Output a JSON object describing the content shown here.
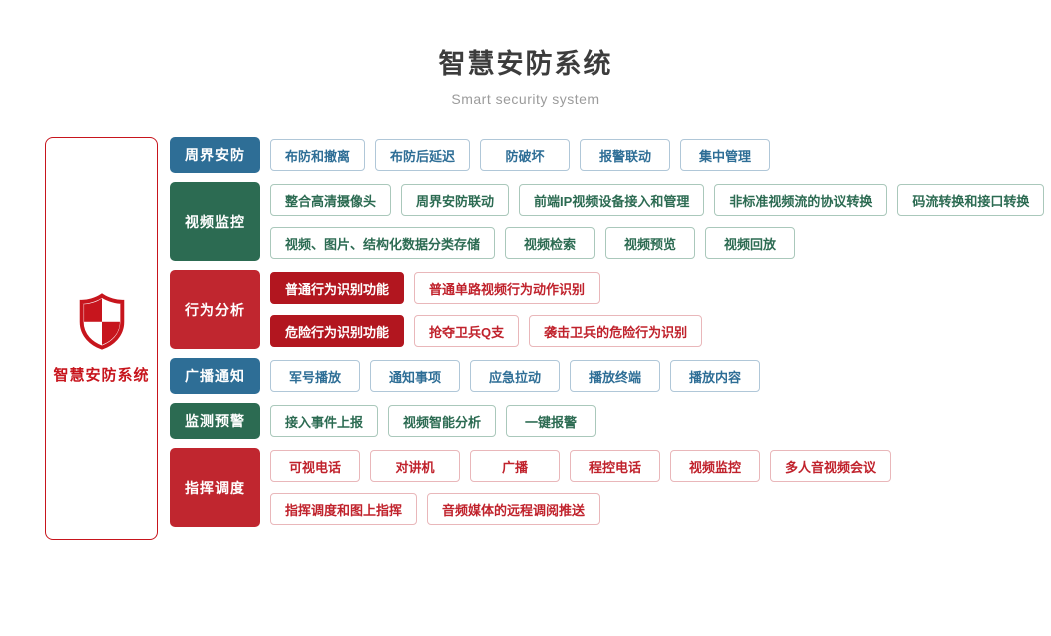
{
  "header": {
    "title": "智慧安防系统",
    "subtitle": "Smart security system"
  },
  "root": {
    "label": "智慧安防系统",
    "icon": "shield-icon"
  },
  "colors": {
    "blue": "#2e6e96",
    "blue-border": "#b0c7d8",
    "green": "#2c6b52",
    "green-border": "#aac8bb",
    "red": "#c0262f",
    "red-text": "#c0222c",
    "red-border": "#e9b7ba",
    "red-solid": "#b2161f",
    "red-root": "#c7151d"
  },
  "rows": [
    {
      "id": "perimeter-security",
      "category": "周界安防",
      "theme": "blue",
      "lines": [
        [
          {
            "label": "布防和撤离"
          },
          {
            "label": "布防后延迟"
          },
          {
            "label": "防破坏"
          },
          {
            "label": "报警联动"
          },
          {
            "label": "集中管理"
          }
        ]
      ]
    },
    {
      "id": "video-surveillance",
      "category": "视频监控",
      "theme": "green",
      "lines": [
        [
          {
            "label": "整合高清摄像头"
          },
          {
            "label": "周界安防联动"
          },
          {
            "label": "前端IP视频设备接入和管理"
          },
          {
            "label": "非标准视频流的协议转换"
          },
          {
            "label": "码流转换和接口转换"
          }
        ],
        [
          {
            "label": "视频、图片、结构化数据分类存储"
          },
          {
            "label": "视频检索"
          },
          {
            "label": "视频预览"
          },
          {
            "label": "视频回放"
          }
        ]
      ]
    },
    {
      "id": "behavior-analysis",
      "category": "行为分析",
      "theme": "red",
      "lines": [
        [
          {
            "label": "普通行为识别功能",
            "solid": true
          },
          {
            "label": "普通单路视频行为动作识别"
          }
        ],
        [
          {
            "label": "危险行为识别功能",
            "solid": true
          },
          {
            "label": "抢夺卫兵Q支"
          },
          {
            "label": "袭击卫兵的危险行为识别"
          }
        ]
      ]
    },
    {
      "id": "broadcast-notice",
      "category": "广播通知",
      "theme": "blue",
      "lines": [
        [
          {
            "label": "军号播放"
          },
          {
            "label": "通知事项"
          },
          {
            "label": "应急拉动"
          },
          {
            "label": "播放终端"
          },
          {
            "label": "播放内容"
          }
        ]
      ]
    },
    {
      "id": "monitoring-warning",
      "category": "监测预警",
      "theme": "green",
      "lines": [
        [
          {
            "label": "接入事件上报"
          },
          {
            "label": "视频智能分析"
          },
          {
            "label": "一键报警"
          }
        ]
      ]
    },
    {
      "id": "command-dispatch",
      "category": "指挥调度",
      "theme": "red",
      "lines": [
        [
          {
            "label": "可视电话"
          },
          {
            "label": "对讲机"
          },
          {
            "label": "广播"
          },
          {
            "label": "程控电话"
          },
          {
            "label": "视频监控"
          },
          {
            "label": "多人音视频会议"
          }
        ],
        [
          {
            "label": "指挥调度和图上指挥"
          },
          {
            "label": "音频媒体的远程调阅推送"
          }
        ]
      ]
    }
  ]
}
